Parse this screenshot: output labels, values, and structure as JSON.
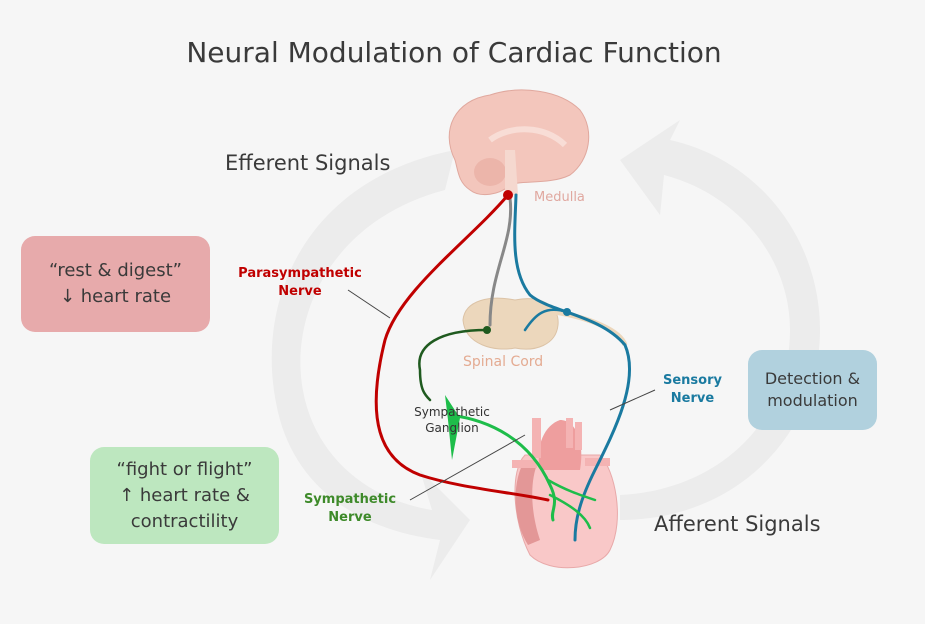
{
  "title": "Neural Modulation of Cardiac Function",
  "signals": {
    "efferent": "Efferent Signals",
    "afferent": "Afferent Signals"
  },
  "boxes": {
    "rest": {
      "line1": "“rest & digest”",
      "line2": "↓ heart rate"
    },
    "fight": {
      "line1": "“fight or flight”",
      "line2": "↑ heart rate &",
      "line3": "contractility"
    },
    "detect": {
      "line1": "Detection &",
      "line2": "modulation"
    }
  },
  "labels": {
    "parasympathetic": {
      "line1": "Parasympathetic",
      "line2": "Nerve"
    },
    "sympathetic": {
      "line1": "Sympathetic",
      "line2": "Nerve"
    },
    "sensory": {
      "line1": "Sensory",
      "line2": "Nerve"
    },
    "medulla": "Medulla",
    "spinal_cord": "Spinal Cord",
    "ganglion": {
      "line1": "Sympathetic",
      "line2": "Ganglion"
    }
  },
  "colors": {
    "parasympathetic": "#c00000",
    "sympathetic": "#1ebd4a",
    "sympathetic_pre": "#1f5a1f",
    "sensory": "#1a7aa0",
    "gray_tract": "#888888",
    "rest_box": "#e7aaab",
    "fight_box": "#bde7bf",
    "detect_box": "#b1d1de"
  }
}
